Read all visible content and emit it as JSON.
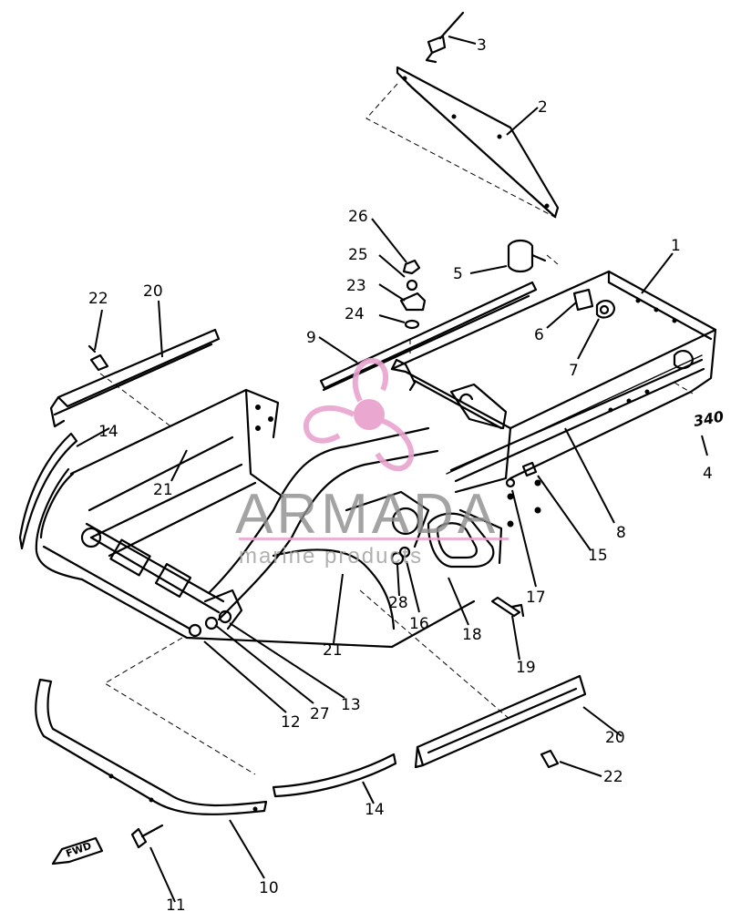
{
  "callouts": [
    {
      "id": "1",
      "label": "1"
    },
    {
      "id": "2",
      "label": "2"
    },
    {
      "id": "3",
      "label": "3"
    },
    {
      "id": "4",
      "label": "4"
    },
    {
      "id": "5",
      "label": "5"
    },
    {
      "id": "6",
      "label": "6"
    },
    {
      "id": "7",
      "label": "7"
    },
    {
      "id": "8",
      "label": "8"
    },
    {
      "id": "9",
      "label": "9"
    },
    {
      "id": "10",
      "label": "10"
    },
    {
      "id": "11",
      "label": "11"
    },
    {
      "id": "12",
      "label": "12"
    },
    {
      "id": "13",
      "label": "13"
    },
    {
      "id": "14a",
      "label": "14"
    },
    {
      "id": "14b",
      "label": "14"
    },
    {
      "id": "15",
      "label": "15"
    },
    {
      "id": "16",
      "label": "16"
    },
    {
      "id": "17",
      "label": "17"
    },
    {
      "id": "18",
      "label": "18"
    },
    {
      "id": "19",
      "label": "19"
    },
    {
      "id": "20a",
      "label": "20"
    },
    {
      "id": "20b",
      "label": "20"
    },
    {
      "id": "21a",
      "label": "21"
    },
    {
      "id": "21b",
      "label": "21"
    },
    {
      "id": "22a",
      "label": "22"
    },
    {
      "id": "22b",
      "label": "22"
    },
    {
      "id": "23",
      "label": "23"
    },
    {
      "id": "24",
      "label": "24"
    },
    {
      "id": "25",
      "label": "25"
    },
    {
      "id": "26",
      "label": "26"
    },
    {
      "id": "27",
      "label": "27"
    },
    {
      "id": "28",
      "label": "28"
    }
  ],
  "stamp": "340",
  "direction_marker": "FWD",
  "watermark": {
    "brand": "ARMADA",
    "tagline": "marine products",
    "accent_color": "#e9a3cf"
  }
}
